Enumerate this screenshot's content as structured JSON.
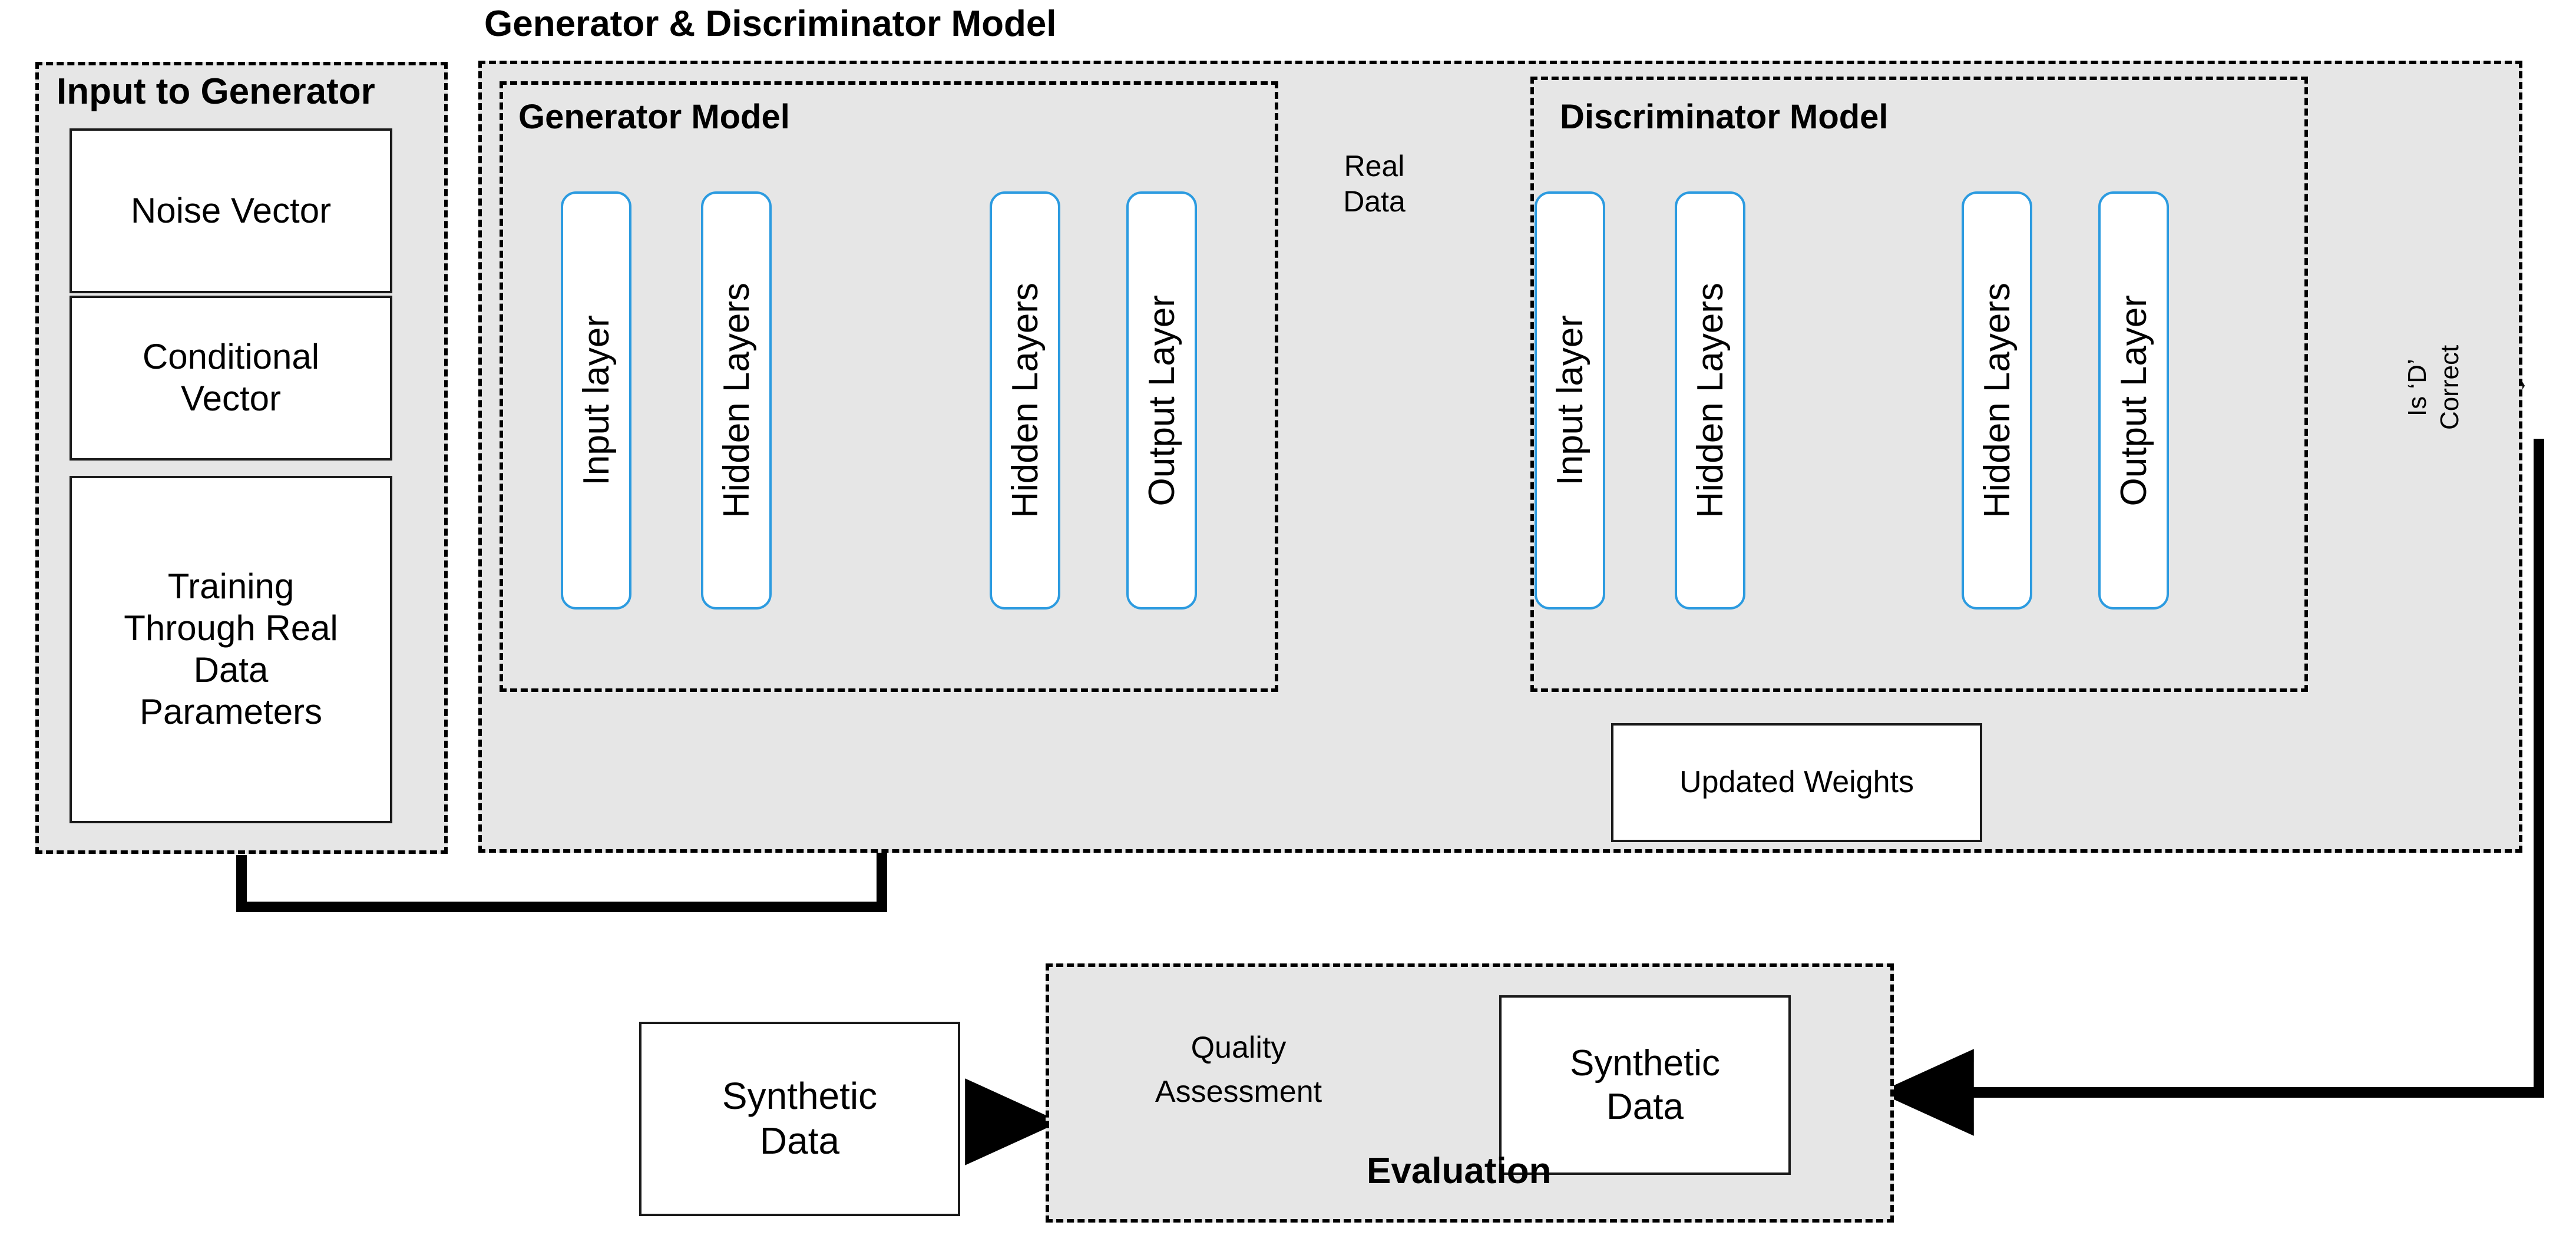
{
  "diagram": {
    "title": "Generator & Discriminator Model",
    "colors": {
      "layer_border_blue": "#2C9BE0",
      "group_fill_grey": "#E6E6E6",
      "stroke_black": "#000000",
      "box_fill_white": "#FFFFFF"
    }
  },
  "input_group": {
    "title": "Input to Generator",
    "boxes": [
      {
        "label": "Noise Vector"
      },
      {
        "label": "Conditional\nVector"
      },
      {
        "label": "Training\nThrough Real\nData\nParameters"
      }
    ]
  },
  "generator": {
    "title": "Generator Model",
    "layers": [
      {
        "label": "Input layer"
      },
      {
        "label": "Hidden Layers"
      },
      {
        "label": "Hidden Layers"
      },
      {
        "label": "Output Layer"
      }
    ]
  },
  "discriminator": {
    "title": "Discriminator Model",
    "layers": [
      {
        "label": "Input layer"
      },
      {
        "label": "Hidden Layers"
      },
      {
        "label": "Hidden Layers"
      },
      {
        "label": "Output Layer"
      }
    ]
  },
  "real_data": {
    "label": "Real\nData"
  },
  "decision": {
    "label": "Is ‘D’\nCorrect"
  },
  "updated_weights": {
    "label": "Updated Weights"
  },
  "evaluation": {
    "title": "Evaluation",
    "quality_assessment": {
      "label": "Quality\nAssessment"
    },
    "synthetic_data_inner": {
      "label": "Synthetic\nData"
    }
  },
  "synthetic_data_outer": {
    "label": "Synthetic\nData"
  }
}
